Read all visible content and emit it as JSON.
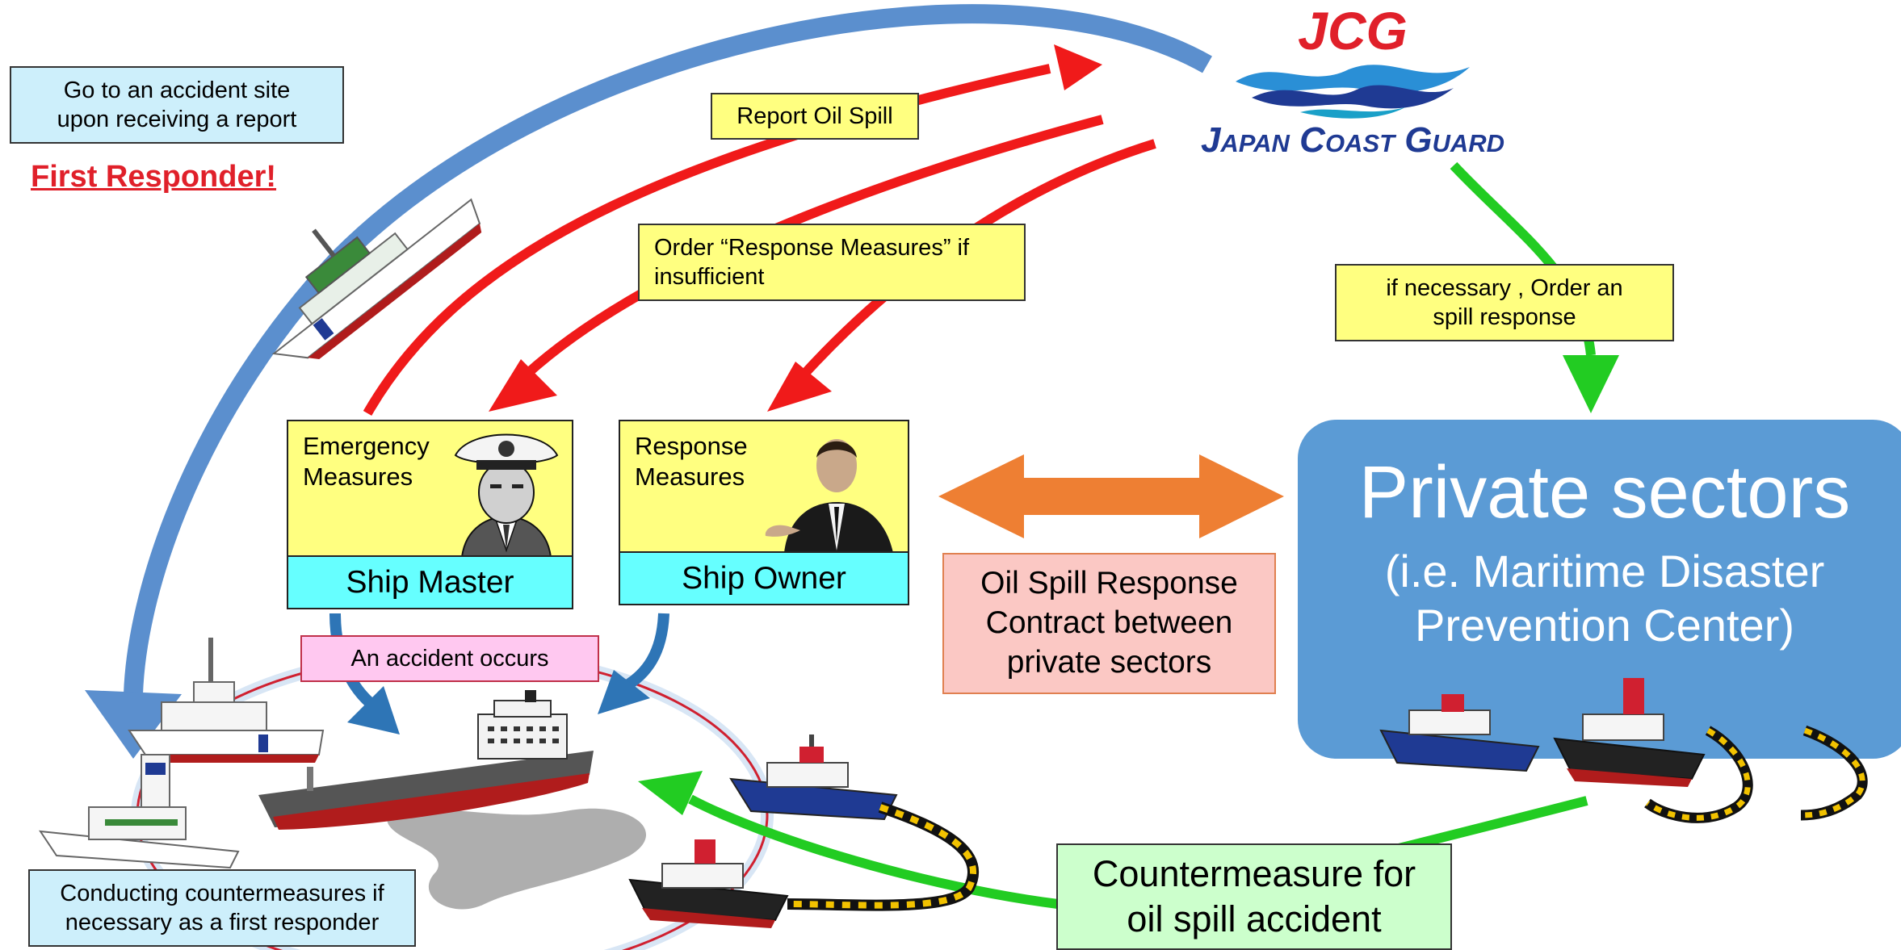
{
  "colors": {
    "red_arrow": "#f01a1a",
    "green_arrow": "#22cc22",
    "blue_arrow": "#5b8fce",
    "orange_arrow": "#ee7f33",
    "private_box": "#5b9bd5",
    "jcg_red": "#e0202a",
    "jcg_navy": "#1f3a93"
  },
  "jcg": {
    "abbr": "JCG",
    "name": "Japan Coast Guard"
  },
  "labels": {
    "go_to_site": "Go to an accident site upon receiving a report",
    "first_responder": "First Responder!",
    "report_oil_spill": "Report Oil Spill",
    "order_response": "Order “Response Measures” if insufficient",
    "if_necessary": "if necessary , Order an spill response",
    "accident_occurs": "An accident occurs",
    "contract": "Oil Spill Response Contract between private sectors",
    "countermeasure": "Countermeasure for oil spill accident",
    "conducting": "Conducting countermeasures if necessary as a first responder"
  },
  "cards": {
    "master": {
      "measure": "Emergency Measures",
      "role": "Ship Master"
    },
    "owner": {
      "measure": "Response Measures",
      "role": "Ship Owner"
    }
  },
  "private": {
    "title": "Private sectors",
    "subtitle": "(i.e. Maritime Disaster Prevention Center)"
  },
  "icons": {
    "patrol_ship": "patrol-ship-icon",
    "tanker": "tanker-ship-icon",
    "tugboat": "tugboat-icon",
    "captain": "captain-person-icon",
    "owner": "businessman-person-icon"
  }
}
